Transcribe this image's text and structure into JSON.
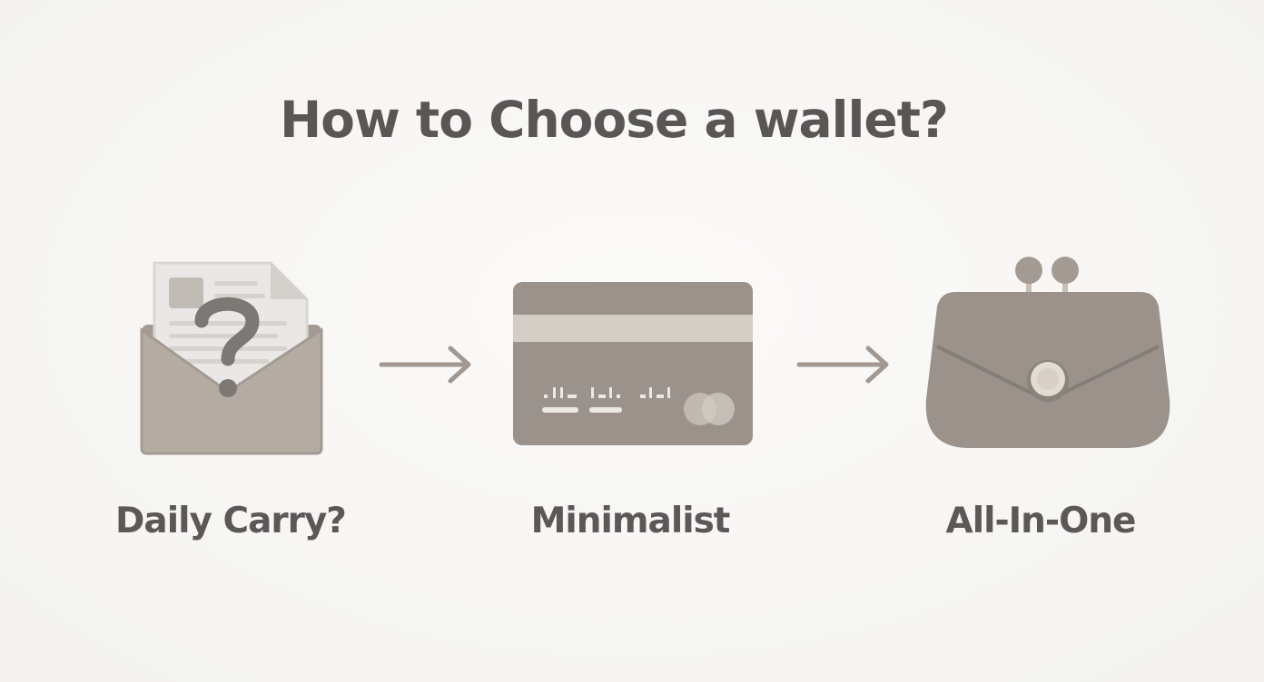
{
  "title": "How to Choose a wallet?",
  "steps": [
    {
      "label": "Daily Carry?",
      "icon": "envelope-question-icon"
    },
    {
      "label": "Minimalist",
      "icon": "credit-card-icon"
    },
    {
      "label": "All-In-One",
      "icon": "clasp-purse-icon"
    }
  ],
  "connectors": [
    "arrow-right-icon",
    "arrow-right-icon"
  ],
  "colors": {
    "background": "#f8f7f6",
    "text": "#5a5656",
    "icon_dark": "#9a928b",
    "icon_light": "#d0c8bf"
  }
}
